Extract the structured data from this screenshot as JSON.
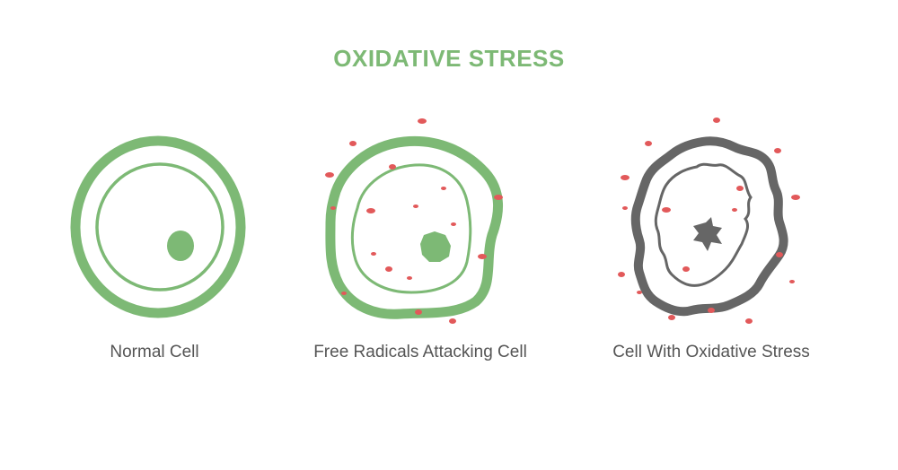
{
  "title": "OXIDATIVE STRESS",
  "colors": {
    "healthy": "#7db975",
    "damaged": "#666666",
    "radical": "#e2595a",
    "caption": "#555555"
  },
  "cells": [
    {
      "caption": "Normal Cell",
      "state": "healthy"
    },
    {
      "caption": "Free Radicals Attacking Cell",
      "state": "attacked"
    },
    {
      "caption": "Cell With Oxidative Stress",
      "state": "damaged"
    }
  ]
}
